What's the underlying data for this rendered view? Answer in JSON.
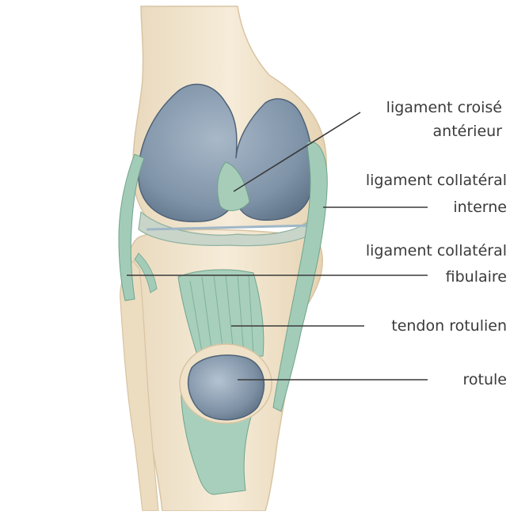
{
  "labels": {
    "acl": {
      "line1": "ligament croisé",
      "line2": "antérieur"
    },
    "mcl": {
      "line1": "ligament collatéral",
      "line2": "interne"
    },
    "lcl": {
      "line1": "ligament collatéral",
      "line2": "fibulaire"
    },
    "patellar_tendon": {
      "line1": "tendon rotulien"
    },
    "patella": {
      "line1": "rotule"
    }
  },
  "colors": {
    "bone": "#f3e6cf",
    "cartilage": "#8a9db0",
    "ligament": "#9fc9b5",
    "leader_line": "#3a3a3a"
  }
}
